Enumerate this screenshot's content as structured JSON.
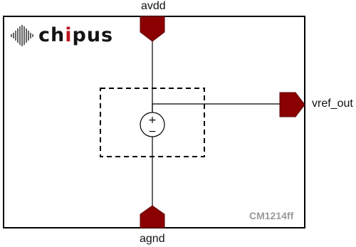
{
  "logo": {
    "text_part1": "ch",
    "text_part2": "i",
    "text_part3": "pus",
    "icon": "sound-wave-icon",
    "accent_color": "#c0161d"
  },
  "pins": {
    "top": "avdd",
    "bottom": "agnd",
    "right": "vref_out",
    "color": "#8b0000"
  },
  "part_number": "CM1214ff",
  "source_symbol": {
    "plus": "+",
    "minus": "−",
    "icon": "voltage-source-icon"
  }
}
